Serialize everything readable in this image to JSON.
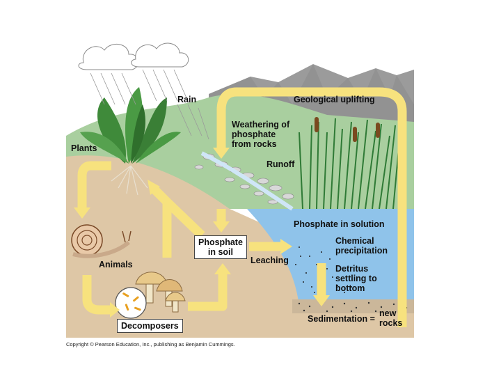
{
  "labels": {
    "rain": "Rain",
    "geological_uplifting": "Geological uplifting",
    "weathering": [
      "Weathering of",
      "phosphate",
      "from rocks"
    ],
    "plants": "Plants",
    "runoff": "Runoff",
    "phosphate_in_solution": "Phosphate in solution",
    "phosphate_in_soil": [
      "Phosphate",
      "in soil"
    ],
    "chemical_precipitation": [
      "Chemical",
      "precipitation"
    ],
    "animals": "Animals",
    "leaching": "Leaching",
    "detritus": [
      "Detritus",
      "settling to",
      "bottom"
    ],
    "decomposers": "Decomposers",
    "sedimentation": "Sedimentation =",
    "new_rocks": [
      "new",
      "rocks"
    ]
  },
  "copyright": "Copyright © Pearson Education, Inc., publishing as Benjamin Cummings.",
  "colors": {
    "arrow": "#f7e27e",
    "water": "#8fc3ea",
    "soil": "#e0c9a8",
    "hill": "#a9cf9f",
    "mountain": "#9a9a9a",
    "plant": "#3f8a3a"
  }
}
